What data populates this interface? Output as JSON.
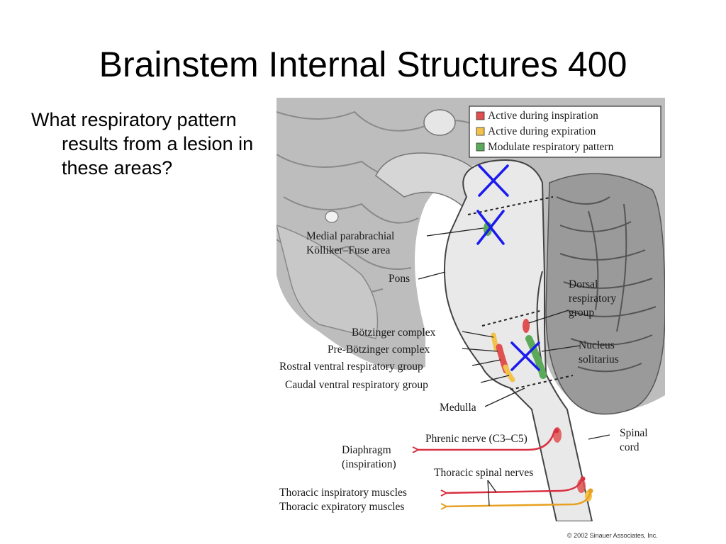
{
  "slide": {
    "title": "Brainstem Internal Structures 400",
    "question": "What respiratory pattern results from a lesion in these areas?",
    "copyright": "© 2002 Sinauer Associates, Inc."
  },
  "legend": [
    {
      "label": "Active during inspiration",
      "color": "#e05050"
    },
    {
      "label": "Active during expiration",
      "color": "#f2c24a"
    },
    {
      "label": "Modulate respiratory pattern",
      "color": "#5aaa5a"
    }
  ],
  "labels": {
    "medial_parabrachial": "Medial parabrachial",
    "kolliker_fuse": "Kölliker–Fuse area",
    "pons": "Pons",
    "dorsal_1": "Dorsal",
    "dorsal_2": "respiratory",
    "dorsal_3": "group",
    "botzinger": "Bötzinger complex",
    "pre_botzinger": "Pre-Bötzinger complex",
    "rostral_vrg": "Rostral ventral respiratory group",
    "caudal_vrg": "Caudal ventral respiratory group",
    "nucleus_1": "Nucleus",
    "nucleus_2": "solitarius",
    "medulla": "Medulla",
    "phrenic": "Phrenic nerve (C3–C5)",
    "spinal_1": "Spinal",
    "spinal_2": "cord",
    "diaphragm_1": "Diaphragm",
    "diaphragm_2": "(inspiration)",
    "thoracic_spinal": "Thoracic spinal nerves",
    "thoracic_insp": "Thoracic inspiratory muscles",
    "thoracic_exp": "Thoracic expiratory muscles"
  },
  "colors": {
    "inspiration": "#e05050",
    "expiration": "#f2c24a",
    "modulate": "#5aaa5a",
    "lesion_mark": "#1a1aee",
    "nerve_red": "#d83040",
    "nerve_orange": "#e8a020"
  },
  "lesion_marks": [
    "lesion-mark-upper-pons",
    "lesion-mark-parabrachial",
    "lesion-mark-medulla"
  ]
}
